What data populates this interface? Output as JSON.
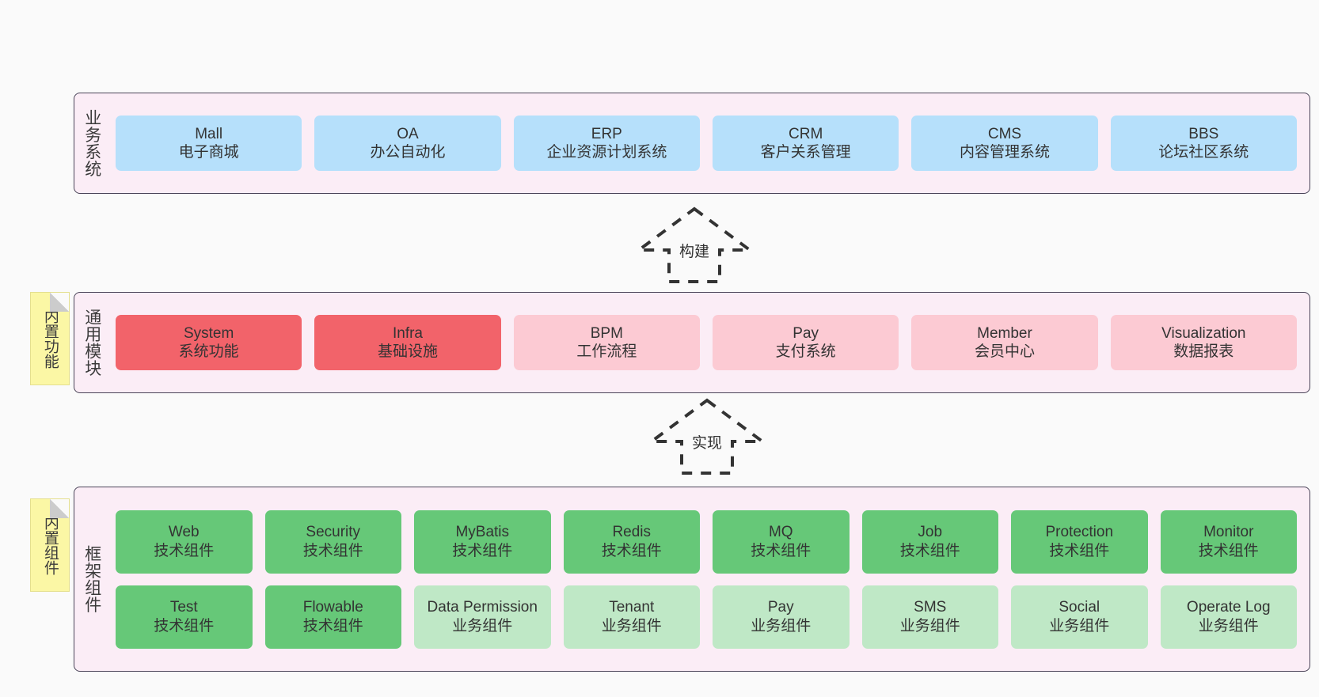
{
  "diagram": {
    "title_implicit": "",
    "colors": {
      "band_bg": "#fbedf6",
      "band_border": "#4a4458",
      "blue": "#b6e0fb",
      "red": "#f2636a",
      "pink": "#fccad3",
      "green": "#66c878",
      "green_light": "#bfe8c6",
      "sticky_yellow": "#fbf7a5",
      "canvas": "#fafafa"
    }
  },
  "bands": {
    "business": {
      "label": "业务系统",
      "items": [
        {
          "name": "Mall",
          "desc": "电子商城",
          "color": "blue"
        },
        {
          "name": "OA",
          "desc": "办公自动化",
          "color": "blue"
        },
        {
          "name": "ERP",
          "desc": "企业资源计划系统",
          "color": "blue"
        },
        {
          "name": "CRM",
          "desc": "客户关系管理",
          "color": "blue"
        },
        {
          "name": "CMS",
          "desc": "内容管理系统",
          "color": "blue"
        },
        {
          "name": "BBS",
          "desc": "论坛社区系统",
          "color": "blue"
        }
      ]
    },
    "common": {
      "label": "通用模块",
      "items": [
        {
          "name": "System",
          "desc": "系统功能",
          "color": "red"
        },
        {
          "name": "Infra",
          "desc": "基础设施",
          "color": "red"
        },
        {
          "name": "BPM",
          "desc": "工作流程",
          "color": "pink"
        },
        {
          "name": "Pay",
          "desc": "支付系统",
          "color": "pink"
        },
        {
          "name": "Member",
          "desc": "会员中心",
          "color": "pink"
        },
        {
          "name": "Visualization",
          "desc": "数据报表",
          "color": "pink"
        }
      ]
    },
    "framework": {
      "label": "框架组件",
      "row1": [
        {
          "name": "Web",
          "desc": "技术组件",
          "color": "green"
        },
        {
          "name": "Security",
          "desc": "技术组件",
          "color": "green"
        },
        {
          "name": "MyBatis",
          "desc": "技术组件",
          "color": "green"
        },
        {
          "name": "Redis",
          "desc": "技术组件",
          "color": "green"
        },
        {
          "name": "MQ",
          "desc": "技术组件",
          "color": "green"
        },
        {
          "name": "Job",
          "desc": "技术组件",
          "color": "green"
        },
        {
          "name": "Protection",
          "desc": "技术组件",
          "color": "green"
        },
        {
          "name": "Monitor",
          "desc": "技术组件",
          "color": "green"
        }
      ],
      "row2": [
        {
          "name": "Test",
          "desc": "技术组件",
          "color": "green"
        },
        {
          "name": "Flowable",
          "desc": "技术组件",
          "color": "green"
        },
        {
          "name": "Data Permission",
          "desc": "业务组件",
          "color": "green_light"
        },
        {
          "name": "Tenant",
          "desc": "业务组件",
          "color": "green_light"
        },
        {
          "name": "Pay",
          "desc": "业务组件",
          "color": "green_light"
        },
        {
          "name": "SMS",
          "desc": "业务组件",
          "color": "green_light"
        },
        {
          "name": "Social",
          "desc": "业务组件",
          "color": "green_light"
        },
        {
          "name": "Operate Log",
          "desc": "业务组件",
          "color": "green_light"
        }
      ]
    }
  },
  "stickies": {
    "builtin_function": "内置功能",
    "builtin_component": "内置组件"
  },
  "arrows": {
    "build": "构建",
    "implement": "实现"
  }
}
